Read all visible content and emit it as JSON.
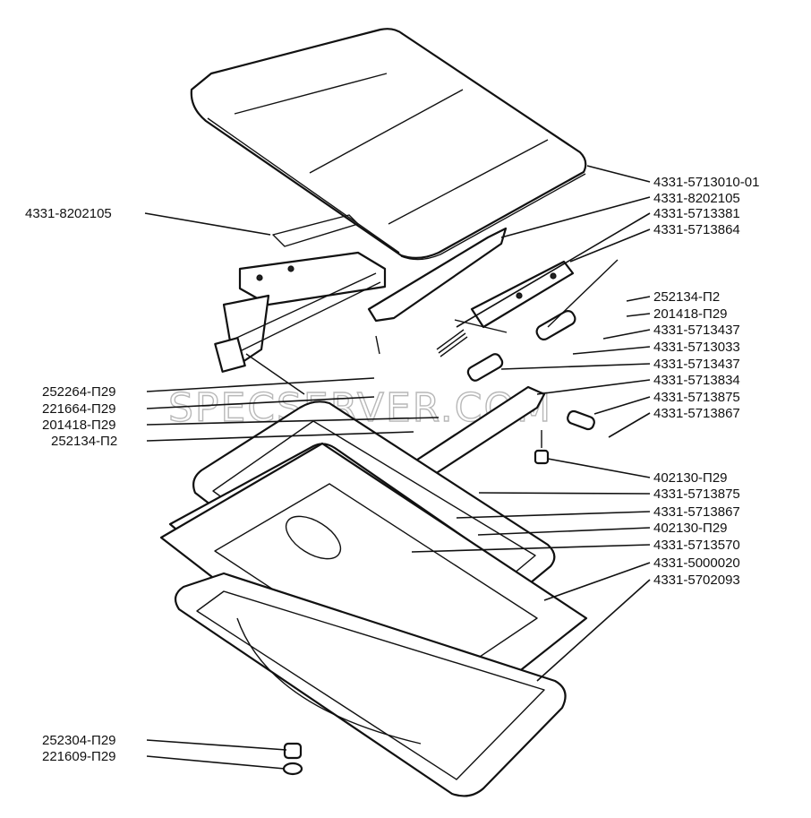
{
  "diagram": {
    "watermark": "SPECSERVER.COM",
    "callouts": {
      "left": [
        {
          "id": "l1",
          "text": "4331-8202105"
        },
        {
          "id": "l2",
          "text": "252264-П29"
        },
        {
          "id": "l3",
          "text": "221664-П29"
        },
        {
          "id": "l4",
          "text": "201418-П29"
        },
        {
          "id": "l5",
          "text": "252134-П2"
        },
        {
          "id": "l6",
          "text": "252304-П29"
        },
        {
          "id": "l7",
          "text": "221609-П29"
        }
      ],
      "right": [
        {
          "id": "r1",
          "text": "4331-5713010-01"
        },
        {
          "id": "r2",
          "text": "4331-8202105"
        },
        {
          "id": "r3",
          "text": "4331-5713381"
        },
        {
          "id": "r4",
          "text": "4331-5713864"
        },
        {
          "id": "r5",
          "text": "252134-П2"
        },
        {
          "id": "r6",
          "text": "201418-П29"
        },
        {
          "id": "r7",
          "text": "4331-5713437"
        },
        {
          "id": "r8",
          "text": "4331-5713033"
        },
        {
          "id": "r9",
          "text": "4331-5713437"
        },
        {
          "id": "r10",
          "text": "4331-5713834"
        },
        {
          "id": "r11",
          "text": "4331-5713875"
        },
        {
          "id": "r12",
          "text": "4331-5713867"
        },
        {
          "id": "r13",
          "text": "402130-П29"
        },
        {
          "id": "r14",
          "text": "4331-5713875"
        },
        {
          "id": "r15",
          "text": "4331-5713867"
        },
        {
          "id": "r16",
          "text": "402130-П29"
        },
        {
          "id": "r17",
          "text": "4331-5713570"
        },
        {
          "id": "r18",
          "text": "4331-5000020"
        },
        {
          "id": "r19",
          "text": "4331-5702093"
        }
      ]
    }
  }
}
